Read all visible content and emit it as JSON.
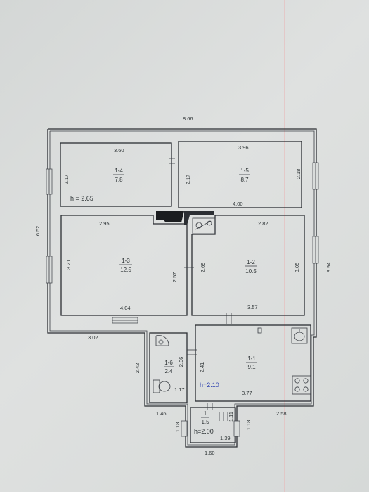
{
  "plan": {
    "dims": {
      "overall_width": "8.66",
      "overall_depth_left": "6.52",
      "overall_depth_right": "8.94",
      "r14_width": "3.60",
      "r14_depth": "2.17",
      "r15_width": "3.96",
      "r15_depth": "2.17",
      "r15_right": "2.18",
      "corridor_len": "4.00",
      "r13_width": "2.95",
      "r13_depth": "3.21",
      "r13_bottom": "4.04",
      "r13_right": "2.57",
      "r12_width": "2.82",
      "r12_left": "2.69",
      "r12_right": "3.05",
      "r12_bottom": "3.57",
      "outer_left": "3.02",
      "r16_depth_left": "2.42",
      "r16_depth_right": "2.06",
      "r16_bottom": "1.17",
      "r11_left": "2.41",
      "r11_bottom": "3.77",
      "lower_left": "1.46",
      "lower_right": "2.58",
      "porch_left": "1.18",
      "porch_right": "1.18",
      "porch_inner_right": "1.11",
      "porch_inner_width": "1.39",
      "porch_width": "1.60"
    },
    "rooms": [
      {
        "number": "1-4",
        "area": "7.8"
      },
      {
        "number": "1-5",
        "area": "8.7"
      },
      {
        "number": "1-3",
        "area": "12.5"
      },
      {
        "number": "1-2",
        "area": "10.5"
      },
      {
        "number": "1-6",
        "area": "2.4"
      },
      {
        "number": "1-1",
        "area": "9.1"
      },
      {
        "number": "1",
        "area": "1.5"
      }
    ],
    "heights": {
      "main": "h = 2.65",
      "kitchen": "h=2.10",
      "porch": "h=2.00"
    },
    "colors": {
      "line": "#2b2e33",
      "ink_blue": "#2a3fae",
      "paper": "#d9dcdb"
    },
    "icons": [
      "stove-icon",
      "sink-icon",
      "toilet-icon",
      "shower-icon",
      "fireplace-icon"
    ]
  }
}
